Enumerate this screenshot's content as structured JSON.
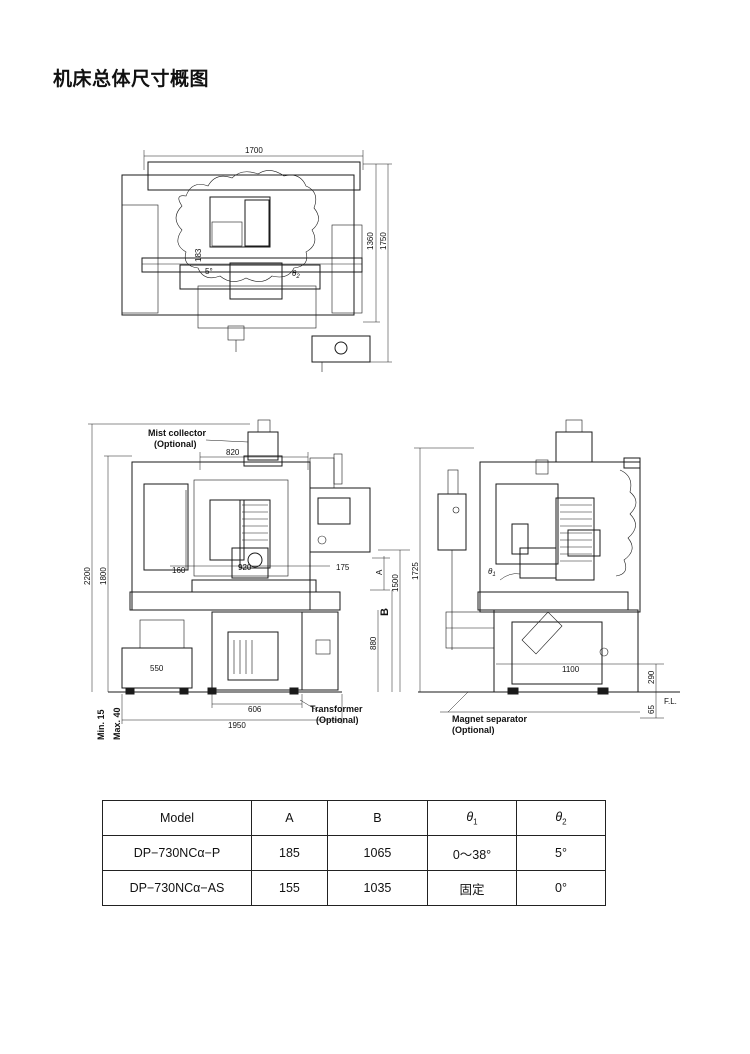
{
  "title": "机床总体尺寸概图",
  "top_view": {
    "dims": {
      "width": "1700",
      "depth_a": "1360",
      "depth_b": "1750",
      "offset": "183"
    },
    "angles": {
      "t1": "5°",
      "t2": "θ",
      "t2_sub": "2"
    }
  },
  "front_view": {
    "labels": {
      "mist": "Mist collector",
      "mist_opt": "(Optional)",
      "transformer": "Transformer",
      "transformer_opt": "(Optional)",
      "minmax_min": "Min. 15",
      "minmax_max": "Max. 40"
    },
    "dims": {
      "d820": "820",
      "d2200": "2200",
      "d1800": "1800",
      "d160": "160",
      "d920": "920",
      "d175": "175",
      "dA": "A",
      "d1500": "1500",
      "dB": "B",
      "d880": "880",
      "d550": "550",
      "d606": "606",
      "d1950": "1950"
    }
  },
  "side_view": {
    "labels": {
      "magnet": "Magnet separator",
      "magnet_opt": "(Optional)",
      "fl": "F.L."
    },
    "dims": {
      "d1725": "1725",
      "d1100": "1100",
      "d290": "290",
      "d65": "65",
      "theta": "θ",
      "theta_sub": "1"
    }
  },
  "table": {
    "headers": {
      "model": "Model",
      "a": "A",
      "b": "B",
      "t1": "θ",
      "t1_sub": "1",
      "t2": "θ",
      "t2_sub": "2"
    },
    "rows": [
      {
        "model": "DP−730NCα−P",
        "a": "185",
        "b": "1065",
        "t1": "0～38°",
        "t2": "5°"
      },
      {
        "model": "DP−730NCα−AS",
        "a": "155",
        "b": "1035",
        "t1": "固定",
        "t2": "0°"
      }
    ]
  }
}
